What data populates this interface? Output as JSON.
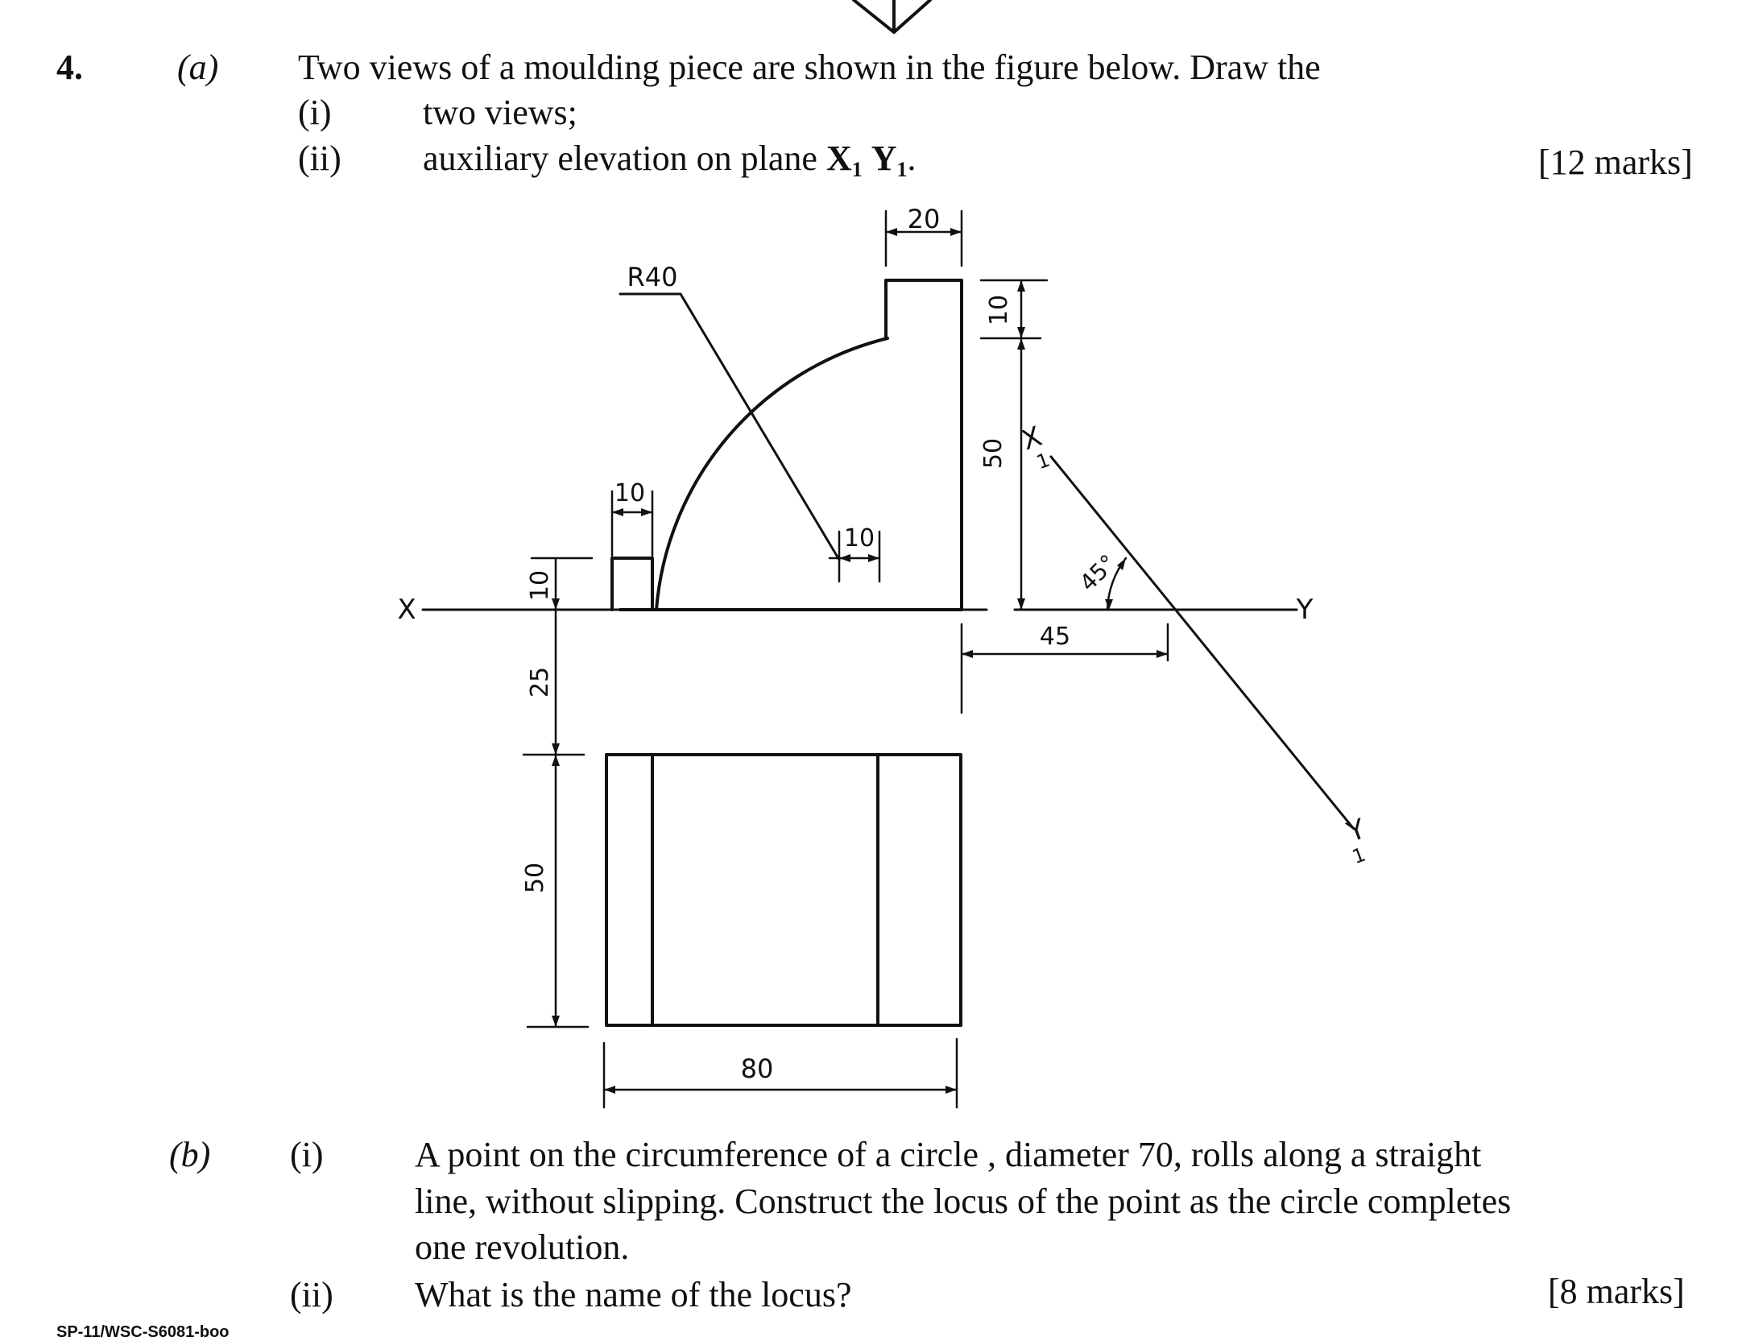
{
  "question": {
    "number": "4.",
    "part_a": {
      "label": "(a)",
      "stem": "Two views of a moulding piece are shown in the figure below.  Draw the",
      "items": [
        {
          "label": "(i)",
          "text": "two views;"
        },
        {
          "label": "(ii)",
          "text_prefix": "auxiliary elevation on plane ",
          "plane_x": "X",
          "plane_x_sub": "1",
          "plane_y": "Y",
          "plane_y_sub": "1",
          "text_suffix": "."
        }
      ],
      "marks": "[12 marks]"
    },
    "figure": {
      "dimensions": {
        "top_width": "20",
        "radius": "R40",
        "step_height": "10",
        "tall_height": "50",
        "small_block_width": "10",
        "inner_offset": "10",
        "small_block_height": "10",
        "gap_to_plan": "25",
        "plan_depth": "50",
        "plan_width": "80",
        "xy_distance": "45",
        "angle": "45°"
      },
      "labels": {
        "x": "X",
        "y": "Y",
        "x1_letter": "X",
        "x1_sub": "1",
        "y1_letter": "Y",
        "y1_sub": "1"
      }
    },
    "part_b": {
      "label": "(b)",
      "items": [
        {
          "label": "(i)",
          "lines": [
            "A point on the circumference of a circle , diameter 70, rolls along a straight",
            "line, without slipping.  Construct the locus of the point as the circle completes",
            "one revolution."
          ]
        },
        {
          "label": "(ii)",
          "text": "What is the name of the locus?"
        }
      ],
      "marks": "[8 marks]"
    }
  },
  "footer": "SP-11/WSC-S6081-boo"
}
